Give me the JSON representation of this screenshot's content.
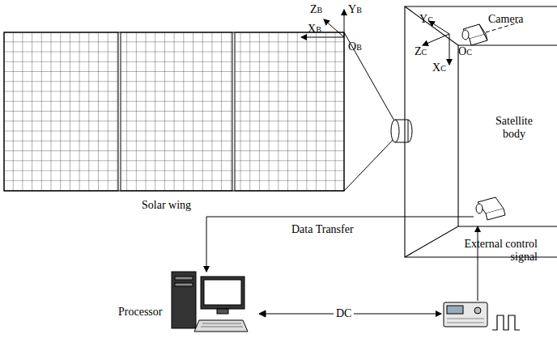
{
  "diagram": {
    "labels": [
      "ZB",
      "YB",
      "XB",
      "OB",
      "YC",
      "ZC",
      "XC",
      "OC",
      "Camera",
      "Solar wing",
      "Satellite body",
      "Data Transfer",
      "External control signal",
      "Processor",
      "DC"
    ]
  }
}
